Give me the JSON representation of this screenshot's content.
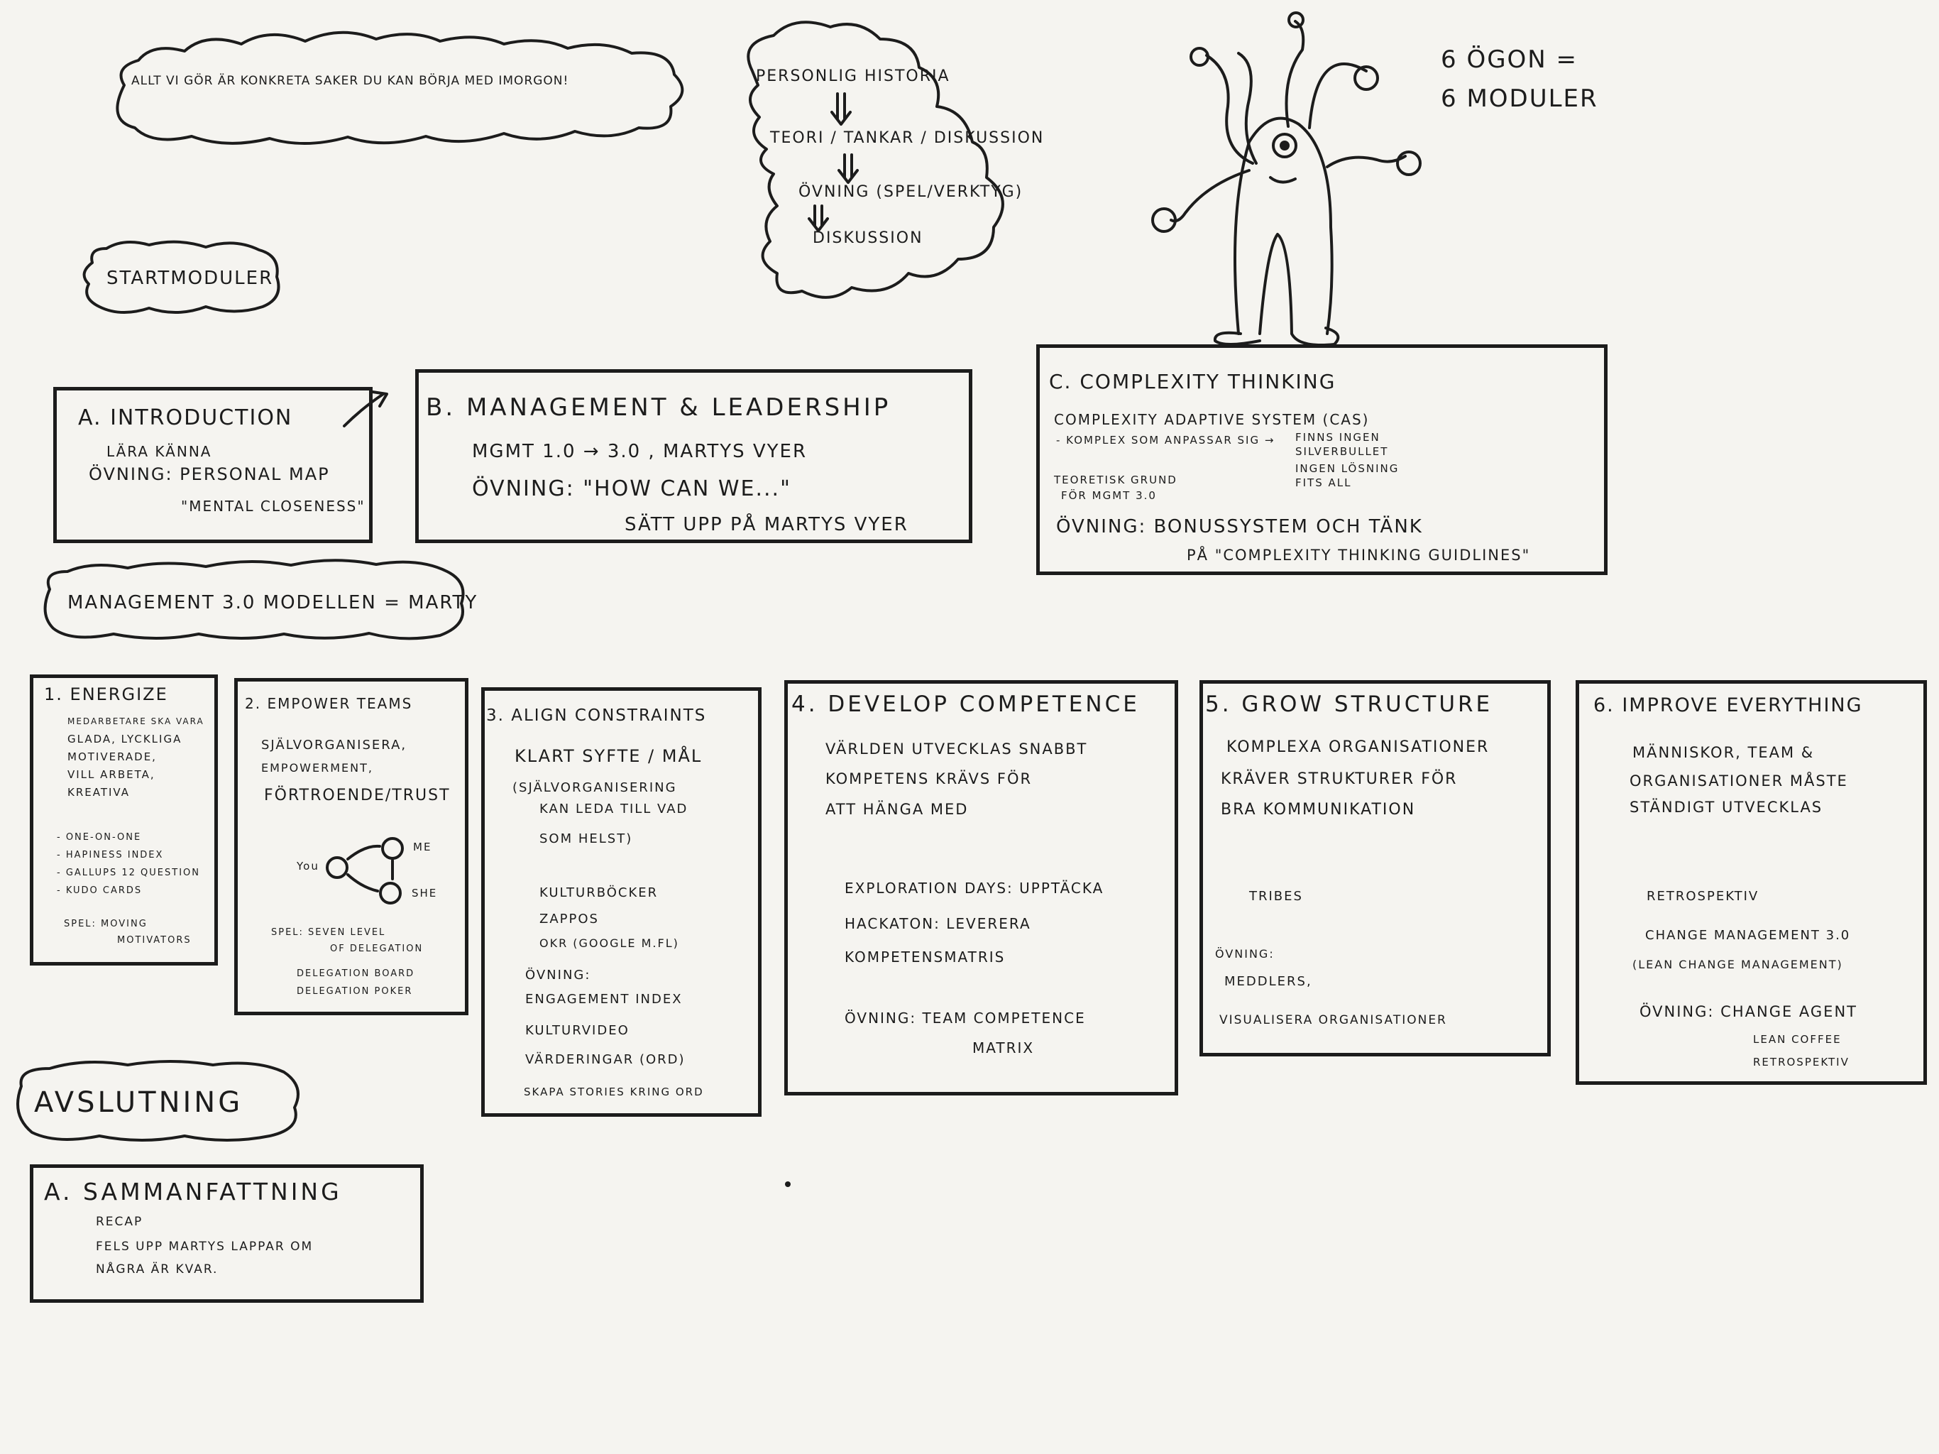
{
  "intro": {
    "tagline": "Allt vi gör är konkreta saker du kan börja med imorgon!",
    "flow": [
      "Personlig historia",
      "Teori / Tankar / Diskussion",
      "Övning (spel/verktyg)",
      "Diskussion"
    ],
    "eyes_note": [
      "6 ögon =",
      "6 moduler"
    ]
  },
  "start_label": "Startmoduler",
  "start_modules": {
    "a": {
      "title": "A. Introduction",
      "lines": [
        "Lära känna",
        "Övning: Personal Map",
        "\"Mental closeness\""
      ]
    },
    "b": {
      "title": "B. Management & Leadership",
      "lines": [
        "MGMT 1.0 → 3.0 , Martys vyer",
        "Övning: \"How can we...\"",
        "Sätt upp på Martys vyer"
      ]
    },
    "c": {
      "title": "C. Complexity Thinking",
      "cas": "Complexity Adaptive System (CAS)",
      "cas_desc": "- Komplex som anpassar sig →",
      "cas_right": [
        "Finns ingen",
        "silverbullet",
        "ingen lösning",
        "fits all"
      ],
      "basis": [
        "Teoretisk grund",
        "för MGMT 3.0"
      ],
      "exercise": [
        "Övning: Bonussystem och tänk",
        "på \"Complexity Thinking Guidlines\""
      ]
    }
  },
  "model_label": "Management 3.0 modellen = Marty",
  "modules": {
    "m1": {
      "title": "1. Energize",
      "lines": [
        "Medarbetare ska vara",
        "glada, lyckliga",
        "motiverade,",
        "vill arbeta,",
        "kreativa"
      ],
      "bullets": [
        "- One-on-one",
        "- Hapiness index",
        "- Gallups 12 question",
        "- Kudo cards"
      ],
      "game": [
        "Spel: Moving",
        "Motivators"
      ]
    },
    "m2": {
      "title": "2. Empower Teams",
      "lines": [
        "Självorganisera,",
        "Empowerment,",
        "Förtroende/Trust"
      ],
      "sketch": {
        "you": "You",
        "me": "Me",
        "she": "She"
      },
      "game": [
        "Spel: Seven level",
        "of delegation",
        "Delegation Board",
        "Delegation Poker"
      ]
    },
    "m3": {
      "title": "3. Align Constraints",
      "lines": [
        "Klart syfte / mål",
        "(självorganisering",
        "kan leda till vad",
        "som helst)",
        "Kulturböcker",
        "Zappos",
        "OKR (Google m.fl)",
        "Övning:",
        "Engagement index",
        "Kulturvideo",
        "Värderingar (ord)",
        "Skapa stories kring ord"
      ]
    },
    "m4": {
      "title": "4. Develop Competence",
      "lines": [
        "Världen utvecklas snabbt",
        "kompetens krävs för",
        "att hänga med",
        "Exploration days: upptäcka",
        "Hackaton: leverera",
        "Kompetensmatris",
        "Övning: Team competence",
        "matrix"
      ]
    },
    "m5": {
      "title": "5. Grow Structure",
      "lines": [
        "Komplexa organisationer",
        "kräver strukturer för",
        "bra kommunikation",
        "Tribes",
        "Övning:",
        "Meddlers,",
        "visualisera organisationer"
      ]
    },
    "m6": {
      "title": "6. Improve Everything",
      "lines": [
        "Människor, team &",
        "organisationer måste",
        "ständigt utvecklas",
        "Retrospektiv",
        "Change management 3.0",
        "(Lean Change Management)",
        "Övning: Change agent",
        "Lean Coffee",
        "Retrospektiv"
      ]
    }
  },
  "closing_label": "Avslutning",
  "closing": {
    "title": "A. Sammanfattning",
    "lines": [
      "Recap",
      "Fels upp Martys lappar om",
      "några är kvar."
    ]
  }
}
